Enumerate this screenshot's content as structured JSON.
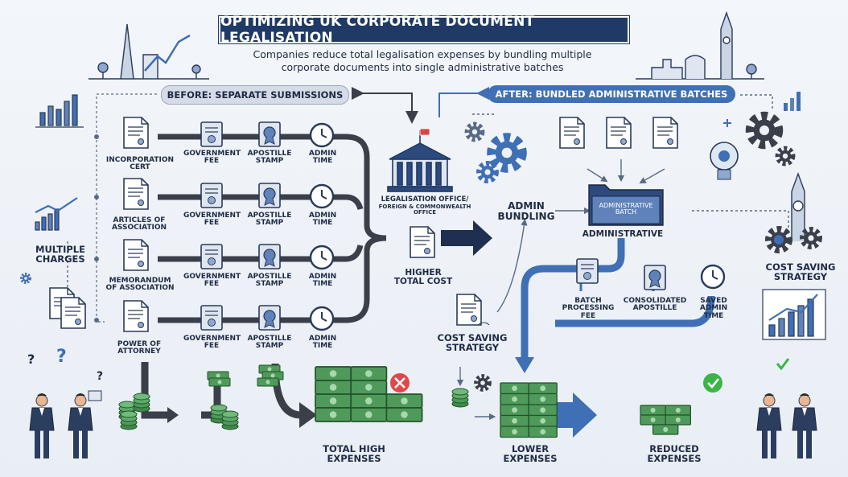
{
  "title": "OPTIMIZING UK CORPORATE DOCUMENT LEGALISATION",
  "subtitle": "Companies reduce total legalisation expenses by bundling multiple corporate documents into single administrative batches",
  "before_label": "BEFORE: SEPARATE SUBMISSIONS",
  "after_label": "AFTER: BUNDLED ADMINISTRATIVE BATCHES",
  "before_rows": [
    {
      "document": "INCORPORATION CERT",
      "fee": "GOVERNMENT FEE",
      "stamp": "APOSTILLE STAMP",
      "time": "ADMIN TIME"
    },
    {
      "document": "ARTICLES OF ASSOCIATION",
      "fee": "GOVERNMENT FEE",
      "stamp": "APOSTILLE STAMP",
      "time": "ADMIN TIME"
    },
    {
      "document": "MEMORANDUM OF ASSOCIATION",
      "fee": "GOVERNMENT FEE",
      "stamp": "APOSTILLE STAMP",
      "time": "ADMIN TIME"
    },
    {
      "document": "POWER OF ATTORNEY",
      "fee": "GOVERNMENT FEE",
      "stamp": "APOSTILLE STAMP",
      "time": "ADMIN TIME"
    }
  ],
  "multiple_charges": "MULTIPLE CHARGES",
  "legalisation_office": "LEGALISATION OFFICE/",
  "legalisation_office_sub": "FOREIGN & COMMONWEALTH OFFICE",
  "higher_total_cost": "HIGHER TOTAL COST",
  "total_high_expenses": "TOTAL HIGH EXPENSES",
  "admin_bundling": "ADMIN BUNDLING",
  "batch_folder": "ADMINISTRATIVE BATCH",
  "administrative": "ADMINISTRATIVE",
  "batch_processing_fee": "BATCH PROCESSING FEE",
  "consolidated_apostille": "CONSOLIDATED APOSTILLE",
  "saved_admin_time": "SAVED ADMIN TIME",
  "cost_saving_center": "COST SAVING STRATEGY",
  "cost_saving_right": "COST SAVING STRATEGY",
  "lower_expenses": "LOWER EXPENSES",
  "reduced_expenses": "REDUCED EXPENSES",
  "colors": {
    "navy": "#1f3a66",
    "blue": "#3f6fb4",
    "dark_arrow": "#3a3f4a",
    "money": "#3e8a4a",
    "red": "#e04848",
    "green": "#3bb54a"
  }
}
